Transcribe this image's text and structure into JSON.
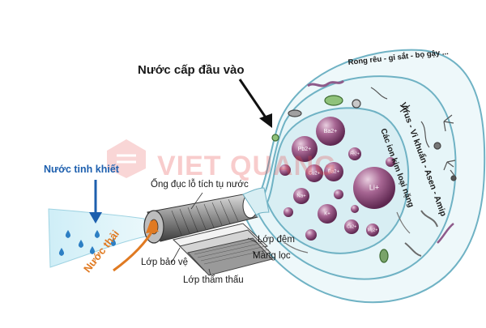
{
  "labels": {
    "input_water": "Nước cấp đầu vào",
    "pure_water": "Nước tinh khiết",
    "waste_water": "Nước thải",
    "collector_tube": "Ống đục lỗ tích tụ nước",
    "spacer_layer": "Lớp đệm",
    "membrane": "Màng lọc",
    "protective_layer": "Lớp bảo vệ",
    "permeate_layer": "Lớp thẩm thấu",
    "outer_ring": "Rong rêu - gỉ sắt - bọ gậy ...",
    "middle_ring": "Virus - Vi khuẩn - Asen - Amip",
    "inner_ring": "Các ion kim loại nặng"
  },
  "watermark": {
    "text": "VIET QUANG"
  },
  "ions": [
    "Pb2+",
    "Ba2+",
    "Cu2+",
    "Ba2+",
    "Li+",
    "Na+",
    "K+",
    "Ca2+",
    "Mg2+",
    "Fe2+"
  ],
  "colors": {
    "blue_label": "#1d5fae",
    "orange_label": "#e07a22",
    "ion_fill": "#8e4a78",
    "bubble_fill": "#e4f3f6"
  }
}
